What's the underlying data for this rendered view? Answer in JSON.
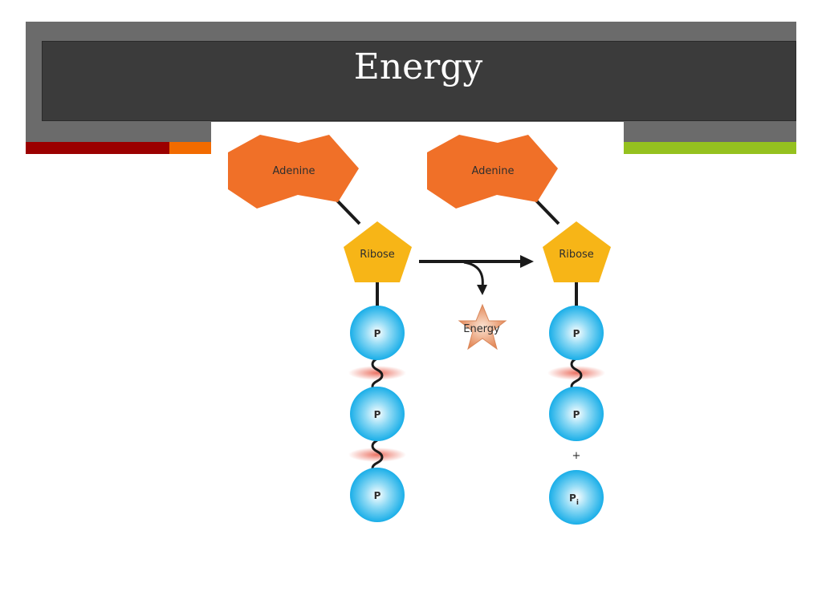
{
  "slide": {
    "title": "Energy",
    "colors": {
      "header_back": "#6b6b6b",
      "header_front": "#3b3b3b",
      "accent_red": "#9b0000",
      "accent_orange": "#f26b00",
      "accent_green": "#95c11f",
      "adenine": "#f07028",
      "ribose": "#f7b517",
      "phosphate": "#19aee8",
      "energy_star": "#e99a6a"
    }
  },
  "diagram": {
    "left": {
      "adenine": "Adenine",
      "ribose": "Ribose",
      "phosphates": [
        "P",
        "P",
        "P"
      ]
    },
    "right": {
      "adenine": "Adenine",
      "ribose": "Ribose",
      "phosphates": [
        "P",
        "P"
      ],
      "plus": "+",
      "inorganic_phosphate": "P",
      "inorganic_subscript": "i"
    },
    "energy_label": "Energy"
  }
}
